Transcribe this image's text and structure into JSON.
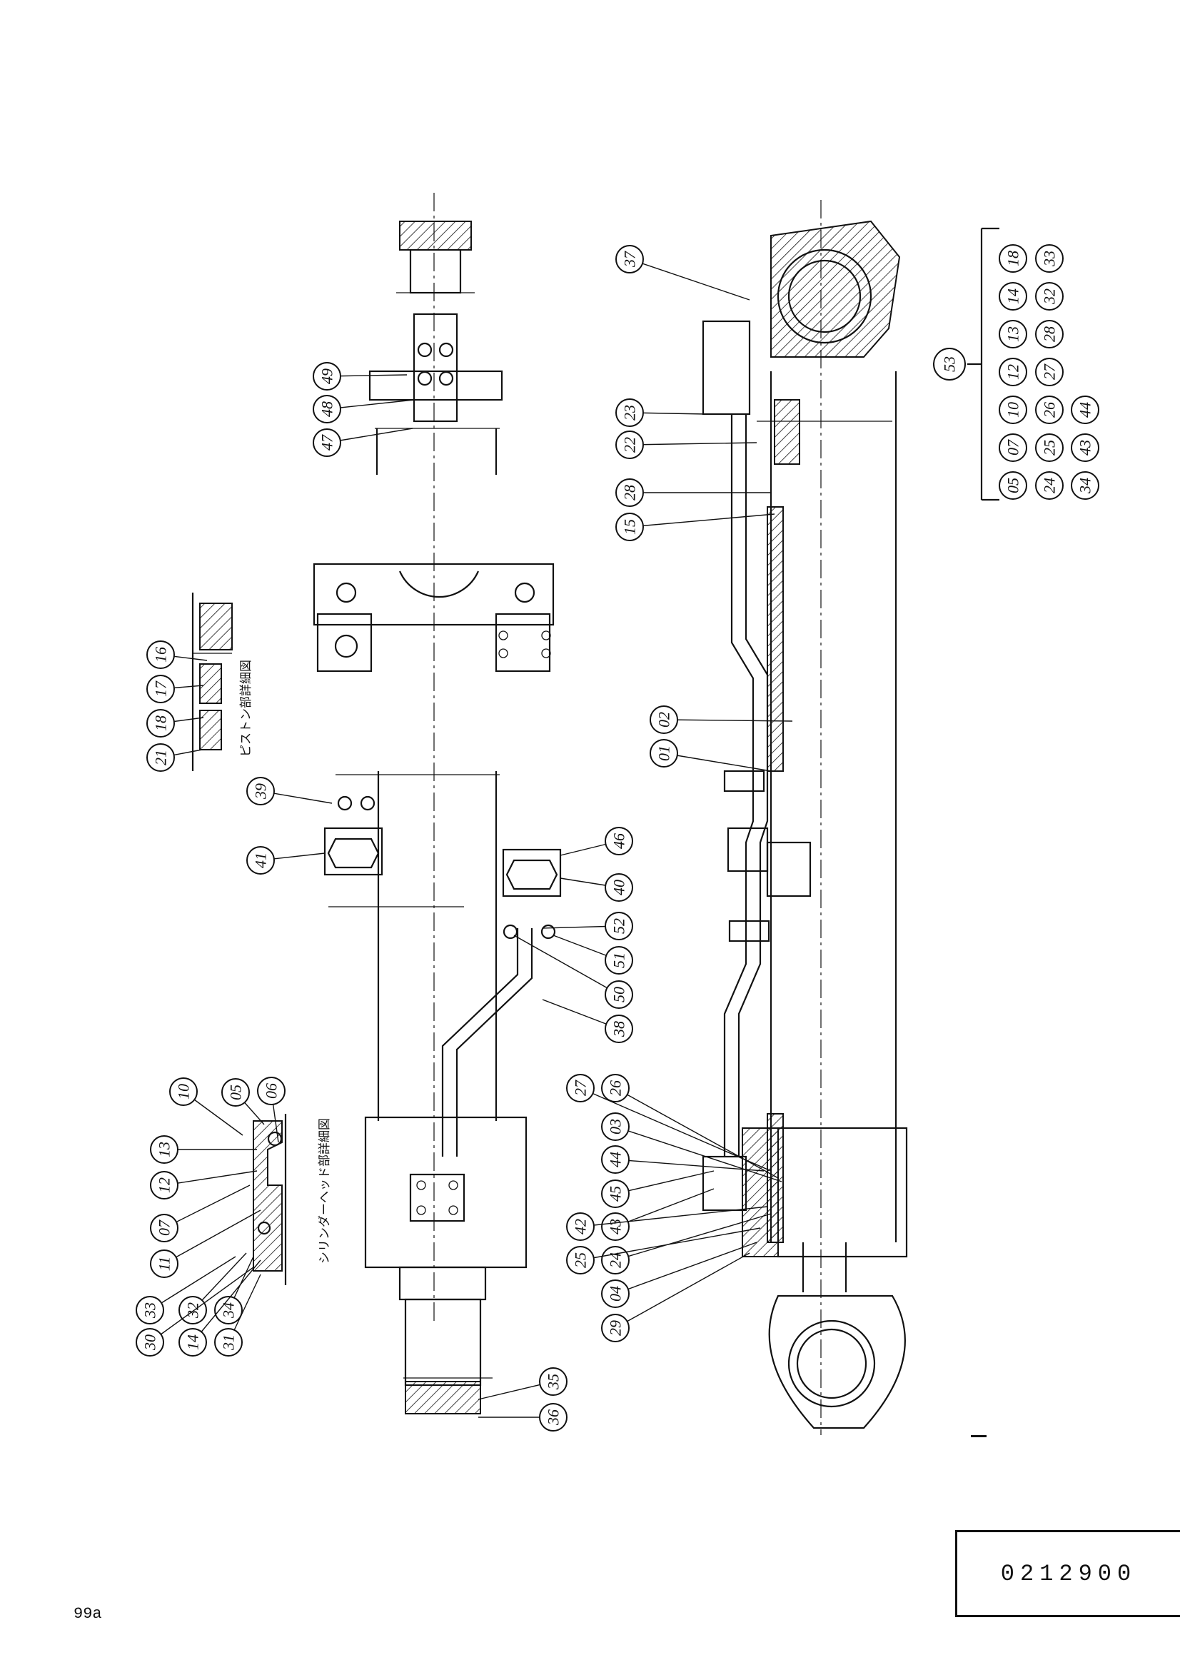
{
  "title_block": {
    "drawing_number": "0212900"
  },
  "page_code": "99a",
  "notes": {
    "piston_detail": "ピストン部詳細図",
    "head_detail": "シリンダーヘッド部詳細図"
  },
  "kit": {
    "label": "53",
    "rows": [
      [
        "05",
        "07",
        "10",
        "12",
        "13",
        "14",
        "18"
      ],
      [
        "24",
        "25",
        "26",
        "27",
        "28",
        "32",
        "33"
      ],
      [
        "34",
        "43",
        "44"
      ]
    ]
  },
  "callouts": {
    "left_upper": [
      "47",
      "48",
      "49"
    ],
    "piston_detail": [
      "16",
      "17",
      "18",
      "21"
    ],
    "bracket_side": [
      "39",
      "41"
    ],
    "clamp_right": [
      "46",
      "40",
      "52",
      "51",
      "50",
      "38"
    ],
    "head_detail": [
      "10",
      "05",
      "06",
      "13",
      "12",
      "07",
      "11",
      "33",
      "32",
      "34",
      "30",
      "14",
      "31"
    ],
    "rod_end": [
      "35",
      "36"
    ],
    "main_top": [
      "37",
      "23",
      "22",
      "28",
      "15",
      "02",
      "01"
    ],
    "main_bottom": [
      "27",
      "26",
      "03",
      "44",
      "45",
      "43",
      "42",
      "24",
      "25",
      "04",
      "29"
    ]
  }
}
